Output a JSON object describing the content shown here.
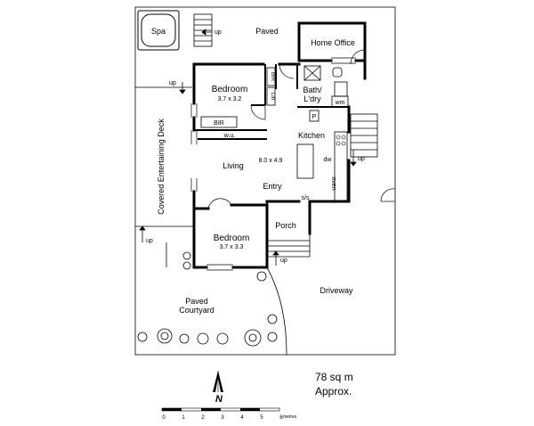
{
  "rooms": {
    "spa": "Spa",
    "paved_top": "Paved",
    "home_office": "Home Office",
    "bedroom1_name": "Bedroom",
    "bedroom1_size": "3.7 x 3.2",
    "bir1": "BIR",
    "lin": "Lin",
    "bath_line1": "Bath/",
    "bath_line2": "L'dry",
    "wm": "wm",
    "p": "P",
    "bir2": "BIR",
    "wu": "w.u.",
    "kitchen": "Kitchen",
    "living": "Living",
    "living_size": "8.0 x 4.9",
    "dw": "dw",
    "oven": "oven",
    "deck": "Covered Entertaining Deck",
    "entry": "Entry",
    "ss": "s/s",
    "porch": "Porch",
    "bedroom2_name": "Bedroom",
    "bedroom2_size": "3.7 x 3.3",
    "driveway": "Driveway",
    "courtyard_line1": "Paved",
    "courtyard_line2": "Courtyard"
  },
  "stairs": {
    "up": "up"
  },
  "north": {
    "letter": "N"
  },
  "area": {
    "line1": "78 sq m",
    "line2": "Approx."
  },
  "scale": {
    "ticks": [
      "0",
      "1",
      "2",
      "3",
      "4",
      "5",
      "6"
    ],
    "unit": "metres"
  }
}
